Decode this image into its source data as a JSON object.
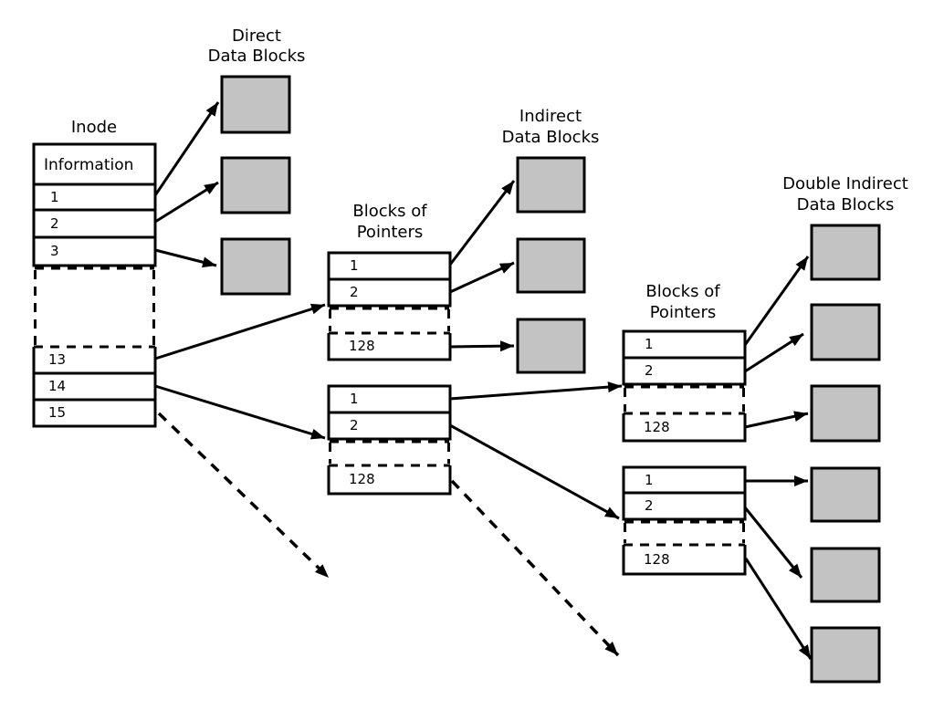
{
  "diagram": {
    "inode": {
      "title": "Inode",
      "header": "Information",
      "rows": [
        "1",
        "2",
        "3"
      ],
      "tail_rows": [
        "13",
        "14",
        "15"
      ]
    },
    "direct": {
      "label": [
        "Direct",
        "Data Blocks"
      ]
    },
    "indirect": {
      "label": [
        "Indirect",
        "Data Blocks"
      ]
    },
    "double_indirect": {
      "label": [
        "Double Indirect",
        "Data Blocks"
      ]
    },
    "pointers": {
      "label": [
        "Blocks of",
        "Pointers"
      ],
      "rows": [
        "1",
        "2"
      ],
      "last_row": "128"
    },
    "colors": {
      "block_fill": "#c3c3c3",
      "line": "#000000",
      "background": "#ffffff"
    }
  }
}
